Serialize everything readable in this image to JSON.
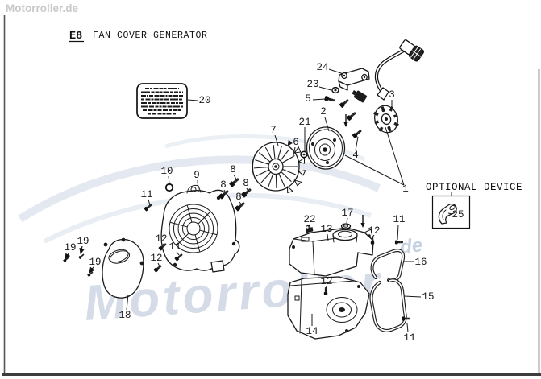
{
  "header": {
    "code": "E8",
    "title": "FAN COVER GENERATOR"
  },
  "watermarks": {
    "top_left": "Motorroller.de",
    "large": "Motorroller",
    "small": "de"
  },
  "optional_device": {
    "label": "OPTIONAL DEVICE",
    "part_num": "25"
  },
  "colors": {
    "line": "#1a1a1a",
    "watermark_blue": "#aebcd2",
    "watermark_gray": "#c9c9c9",
    "background": "#ffffff"
  },
  "callouts": [
    {
      "num": "20"
    },
    {
      "num": "24"
    },
    {
      "num": "23"
    },
    {
      "num": "5"
    },
    {
      "num": "2"
    },
    {
      "num": "21"
    },
    {
      "num": "7"
    },
    {
      "num": "3"
    },
    {
      "num": "6"
    },
    {
      "num": "4"
    },
    {
      "num": "1"
    },
    {
      "num": "10"
    },
    {
      "num": "9"
    },
    {
      "num": "8"
    },
    {
      "num": "8"
    },
    {
      "num": "8"
    },
    {
      "num": "8"
    },
    {
      "num": "11"
    },
    {
      "num": "12"
    },
    {
      "num": "12"
    },
    {
      "num": "19"
    },
    {
      "num": "19"
    },
    {
      "num": "19"
    },
    {
      "num": "18"
    },
    {
      "num": "22"
    },
    {
      "num": "13"
    },
    {
      "num": "17"
    },
    {
      "num": "12"
    },
    {
      "num": "11"
    },
    {
      "num": "12"
    },
    {
      "num": "14"
    },
    {
      "num": "16"
    },
    {
      "num": "15"
    },
    {
      "num": "11"
    },
    {
      "num": "25"
    },
    {
      "num": "11"
    }
  ]
}
